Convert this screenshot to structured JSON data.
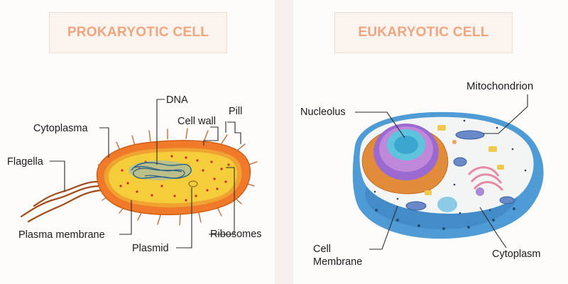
{
  "prokaryotic": {
    "title": "PROKARYOTIC CELL",
    "labels": {
      "dna": "DNA",
      "pill": "Pill",
      "cell_wall": "Cell wall",
      "cytoplasma": "Cytoplasma",
      "flagella": "Flagella",
      "plasma_membrane": "Plasma membrane",
      "plasmid": "Plasmid",
      "ribosomes": "Ribosomes"
    }
  },
  "eukaryotic": {
    "title": "EUKARYOTIC CELL",
    "labels": {
      "mitochondrion": "Mitochondrion",
      "nucleolus": "Nucleolus",
      "cell_membrane_1": "Cell",
      "cell_membrane_2": "Membrane",
      "cytoplasm": "Cytoplasm"
    }
  },
  "colors": {
    "title_text": "#f0a57e",
    "cell_wall": "#f07a2a",
    "cytoplasm_yellow": "#f5cd3a",
    "euk_membrane_blue": "#5aa7e0",
    "nucleus_purple": "#9b6ad0"
  }
}
